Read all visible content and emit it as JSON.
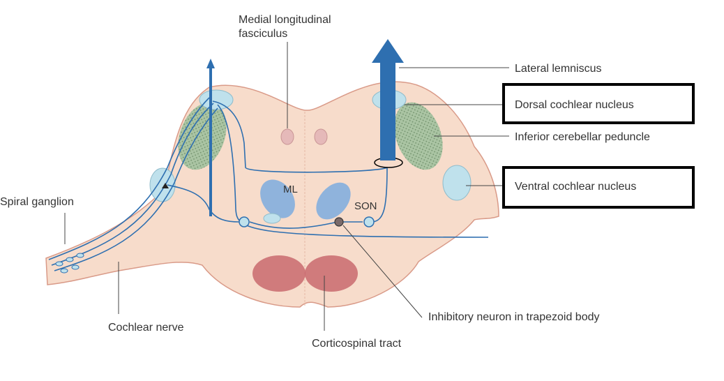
{
  "labels": {
    "mlf_line1": "Medial longitudinal",
    "mlf_line2": "fasciculus",
    "lateral_lemniscus": "Lateral lemniscus",
    "dorsal_cochlear_nucleus": "Dorsal cochlear nucleus",
    "inferior_cerebellar_peduncle": "Inferior cerebellar peduncle",
    "ventral_cochlear_nucleus": "Ventral cochlear nucleus",
    "spiral_ganglion": "Spiral ganglion",
    "cochlear_nerve": "Cochlear nerve",
    "corticospinal_tract": "Corticospinal tract",
    "inhibitory_neuron": "Inhibitory neuron in trapezoid body",
    "ml": "ML",
    "son": "SON"
  },
  "highlighted": [
    "Dorsal cochlear nucleus",
    "Ventral cochlear nucleus"
  ],
  "colors": {
    "brainstem": "#f7dccb",
    "brainstem_edge": "#d99a88",
    "nucleus": "#bfe1ec",
    "peduncle": "#a9c3a0",
    "lemniscus": "#8fb3dc",
    "tract": "#c96a6f",
    "pathway": "#2e6fb0",
    "leader_line": "#444444",
    "highlight_box": "#000000"
  }
}
